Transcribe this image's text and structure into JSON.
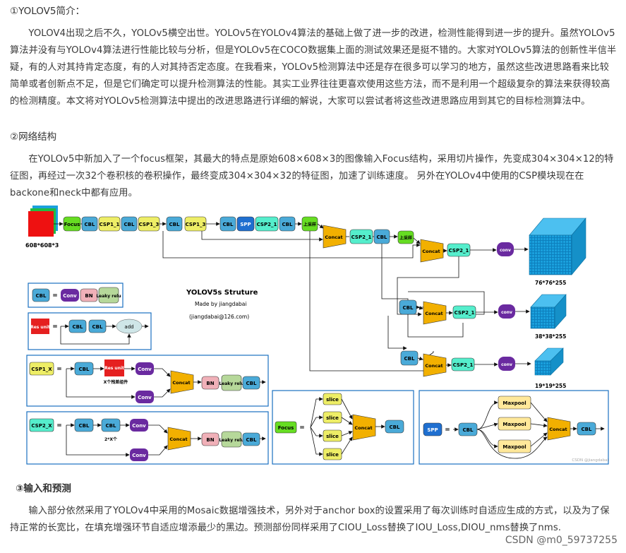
{
  "section1": {
    "heading": "①YOLOV5简介：",
    "para": "YOLOV4出现之后不久，YOLOv5横空出世。YOLOv5在YOLOv4算法的基础上做了进一步的改进，检测性能得到进一步的提升。虽然YOLOv5算法并没有与YOLOv4算法进行性能比较与分析，但是YOLOv5在COCO数据集上面的测试效果还是挺不错的。大家对YOLOv5算法的创新性半信半疑，有的人对其持肯定态度，有的人对其持否定态度。在我看来，YOLOv5检测算法中还是存在很多可以学习的地方，虽然这些改进思路看来比较简单或者创新点不足，但是它们确定可以提升检测算法的性能。其实工业界往往更喜欢使用这些方法，而不是利用一个超级复杂的算法来获得较高的检测精度。本文将对YOLOv5检测算法中提出的改进思路进行详细的解说，大家可以尝试者将这些改进思路应用到其它的目标检测算法中。"
  },
  "section2": {
    "heading": "②网络结构",
    "para": "在YOLOv5中新加入了一个focus框架，其最大的特点是原始608×608×3的图像输入Focus结构，采用切片操作，先变成304×304×12的特征图，再经过一次32个卷积核的卷积操作，最终变成304×304×32的特征图，加速了训练速度。 另外在YOLOv4中使用的CSP模块现在在backone和neck中都有应用。"
  },
  "diagram": {
    "title": "YOLOV5s Struture",
    "author": "Made by jiangdabai",
    "email": "(jiangdabai@126.com)",
    "input_size": "608*608*3",
    "outputs": [
      "76*76*255",
      "38*38*255",
      "19*19*255"
    ],
    "blocks": {
      "focus": "Focus",
      "cbl": "CBL",
      "csp1_1": "CSP1_1",
      "csp1_3": "CSP1_3",
      "spp": "SPP",
      "csp2_1": "CSP2_1",
      "upsample": "上采样",
      "concat": "Concat",
      "conv": "Conv",
      "conv_lower": "conv",
      "bn": "BN",
      "leaky": "Leaky relu",
      "res_unit": "Res unit",
      "add": "add",
      "slice": "slice",
      "maxpool": "Maxpool",
      "csp1_x": "CSP1_X",
      "csp2_x": "CSP2_X",
      "x_res": "X个残差组件",
      "two_x": "2*X个",
      "eq": "="
    },
    "watermark": "CSDN @jiangdabai"
  },
  "section3": {
    "heading": "③输入和预测",
    "para": "输入部分依然采用了YOLOv4中采用的Mosaic数据增强技术，另外对于anchor box的设置采用了每次训练时自适应生成的方式，以及为了保持正常的长宽比，在填充增强环节自适应增添最少的黑边。预测部份同样采用了CIOU_Loss替换了IOU_Loss,DIOU_nms替换了nms."
  },
  "footer": {
    "watermark": "CSDN @m0_59737255"
  },
  "colors": {
    "focus": "#66dd22",
    "cbl": "#4aaad8",
    "csp1": "#eeee66",
    "spp": "#1f6fd0",
    "csp2": "#55eecc",
    "concat": "#f2b000",
    "conv": "#6a2aa0",
    "bn": "#f0b0b8",
    "leaky": "#b6d89a",
    "res": "#e52020",
    "box_border": "#1a70c0",
    "cube": "#1aa0dd"
  }
}
